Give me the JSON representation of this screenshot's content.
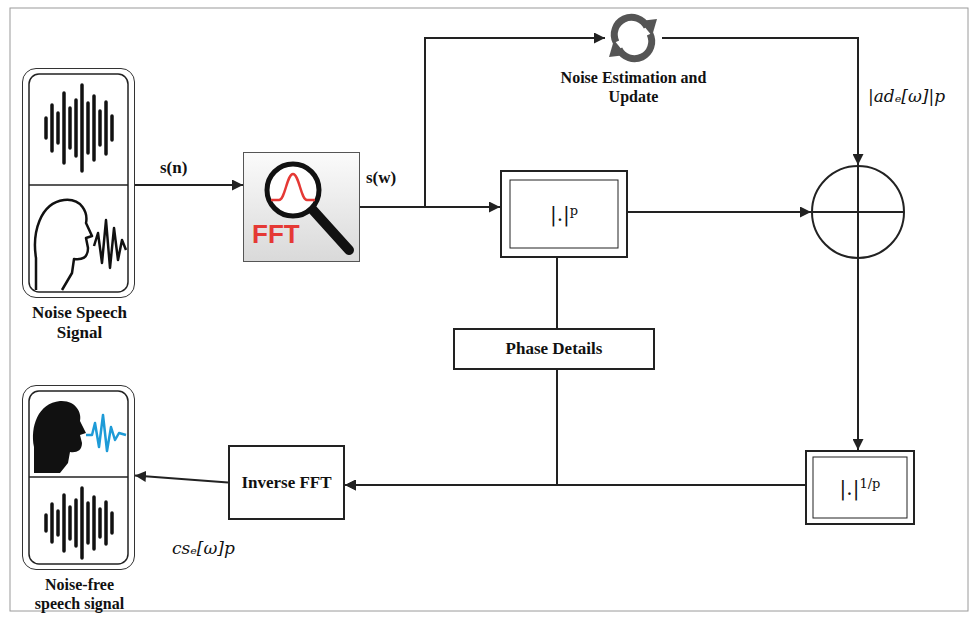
{
  "diagram": {
    "nodes": [
      {
        "text": [
          "Noise Speech Signal"
        ]
      },
      {
        "text": [
          "FFT"
        ]
      },
      {
        "text": [
          "Noise Estimation and Update"
        ]
      },
      {
        "text": [
          "|.|",
          "p"
        ]
      },
      {
        "text": []
      },
      {
        "text": [
          "Phase Details"
        ]
      },
      {
        "text": [
          "|.|",
          "1/p"
        ]
      },
      {
        "text": [
          "Inverse FFT"
        ]
      },
      {
        "text": [
          "Noise-free speech signal"
        ]
      }
    ],
    "edges": [
      {
        "from": 0,
        "to": 1,
        "arrow": "to",
        "label": "s(n)"
      },
      {
        "from": 1,
        "to": 3,
        "arrow": "to",
        "label": "s(w)"
      },
      {
        "from": 1,
        "to": 2,
        "arrow": "to"
      },
      {
        "from": 2,
        "to": 4,
        "arrow": "to",
        "label": "|adₑ[ω]|p"
      },
      {
        "from": 3,
        "to": 4,
        "arrow": "to"
      },
      {
        "from": 4,
        "to": 6,
        "arrow": "to"
      },
      {
        "from": 3,
        "to": 5,
        "arrow": "none"
      },
      {
        "from": 5,
        "to": 7,
        "arrow": "to"
      },
      {
        "from": 6,
        "to": 7,
        "arrow": "to"
      },
      {
        "from": 7,
        "to": 8,
        "arrow": "to",
        "label": "csₑ[ω]p"
      }
    ]
  }
}
